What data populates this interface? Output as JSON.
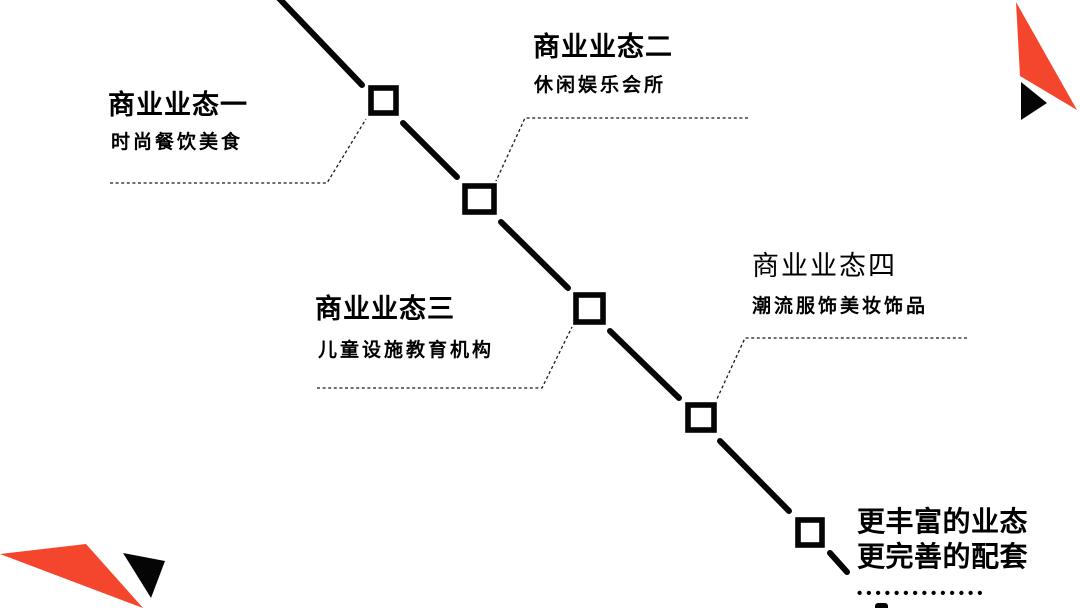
{
  "slide": {
    "background": "#ffffff",
    "description": "diagonal step timeline of five business-format milestones"
  },
  "colors": {
    "accent": "#F4462C",
    "ink": "#050505"
  },
  "diagram": {
    "type": "diagonal-step-timeline",
    "nodes": [
      {
        "title": "商业业态一",
        "subtitle": "时尚餐饮美食",
        "label_side": "left"
      },
      {
        "title": "商业业态二",
        "subtitle": "休闲娱乐会所",
        "label_side": "right"
      },
      {
        "title": "商业业态三",
        "subtitle": "儿童设施教育机构",
        "label_side": "left"
      },
      {
        "title": "商业业态四",
        "subtitle": "潮流服饰美妆饰品",
        "label_side": "right"
      },
      {
        "title": "更丰富的业态",
        "subtitle": "更完善的配套",
        "ellipsis": "••••••••••••••",
        "label_side": "right"
      }
    ]
  },
  "decorations": {
    "top_right": "red-black-arrow-icon",
    "bottom_left": "red-black-arrow-icon"
  }
}
